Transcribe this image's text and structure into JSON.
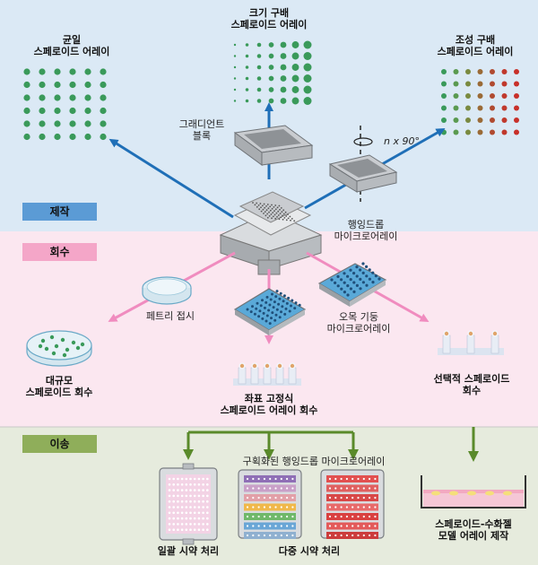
{
  "sections": {
    "fabrication": {
      "label": "제작",
      "color": "#5b9bd5"
    },
    "recovery": {
      "label": "회수",
      "color": "#f4a6c8"
    },
    "transfer": {
      "label": "이송",
      "color": "#7a9a45"
    }
  },
  "fabrication": {
    "uniform": {
      "line1": "균일",
      "line2": "스페로이드 어레이"
    },
    "size_gradient": {
      "line1": "크기 구배",
      "line2": "스페로이드 어레이"
    },
    "composition_gradient": {
      "line1": "조성 구배",
      "line2": "스페로이드 어레이"
    },
    "gradient_block": {
      "line1": "그래디언트",
      "line2": "블록"
    },
    "rotation": "n x 90°",
    "hanging_drop": {
      "line1": "행잉드롭",
      "line2": "마이크로어레이"
    }
  },
  "recovery": {
    "petri_dish": "페트리 접시",
    "large_scale": {
      "line1": "대규모",
      "line2": "스페로이드 회수"
    },
    "concave_pillar": {
      "line1": "오목 기둥",
      "line2": "마이크로어레이"
    },
    "coordinate_fixed": {
      "line1": "좌표 고정식",
      "line2": "스페로이드 어레이 회수"
    },
    "selective": {
      "line1": "선택적 스페로이드",
      "line2": "회수"
    }
  },
  "transfer": {
    "compartment_title": "구획화된 행잉드롭 마이크로어레이",
    "batch": "일괄 시약 처리",
    "multi": "다중 시약 처리",
    "hydrogel": {
      "line1": "스페로이드-수화젤",
      "line2": "모델 어레이 제작"
    }
  },
  "colors": {
    "fab_arrow": "#1f6fb7",
    "rec_arrow": "#f08cbf",
    "trn_arrow": "#5a8a2a",
    "spheroid_green": "#3a9a5a",
    "spheroid_red": "#c8302a"
  }
}
